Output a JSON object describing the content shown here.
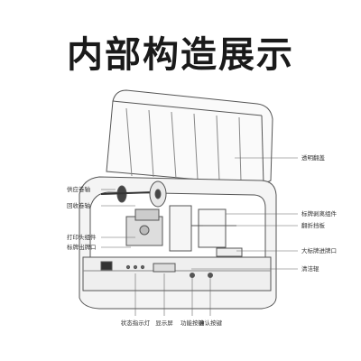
{
  "title": "内部构造展示",
  "labels": {
    "transparent_cover": "透明翻盖",
    "supply_reel": "供应卷轴",
    "recycle_reel": "回收卷轴",
    "label_separator": "标牌剥离组件",
    "fold_baffle": "翻折挡板",
    "print_head": "打印头组件",
    "label_outlet": "标牌出牌口",
    "big_label_outlet": "大标牌进牌口",
    "cleaning_roller": "清洁辊",
    "status_light": "状态指示灯",
    "display": "显示屏",
    "function_key": "功能按键",
    "confirm_key": "确认按键"
  }
}
